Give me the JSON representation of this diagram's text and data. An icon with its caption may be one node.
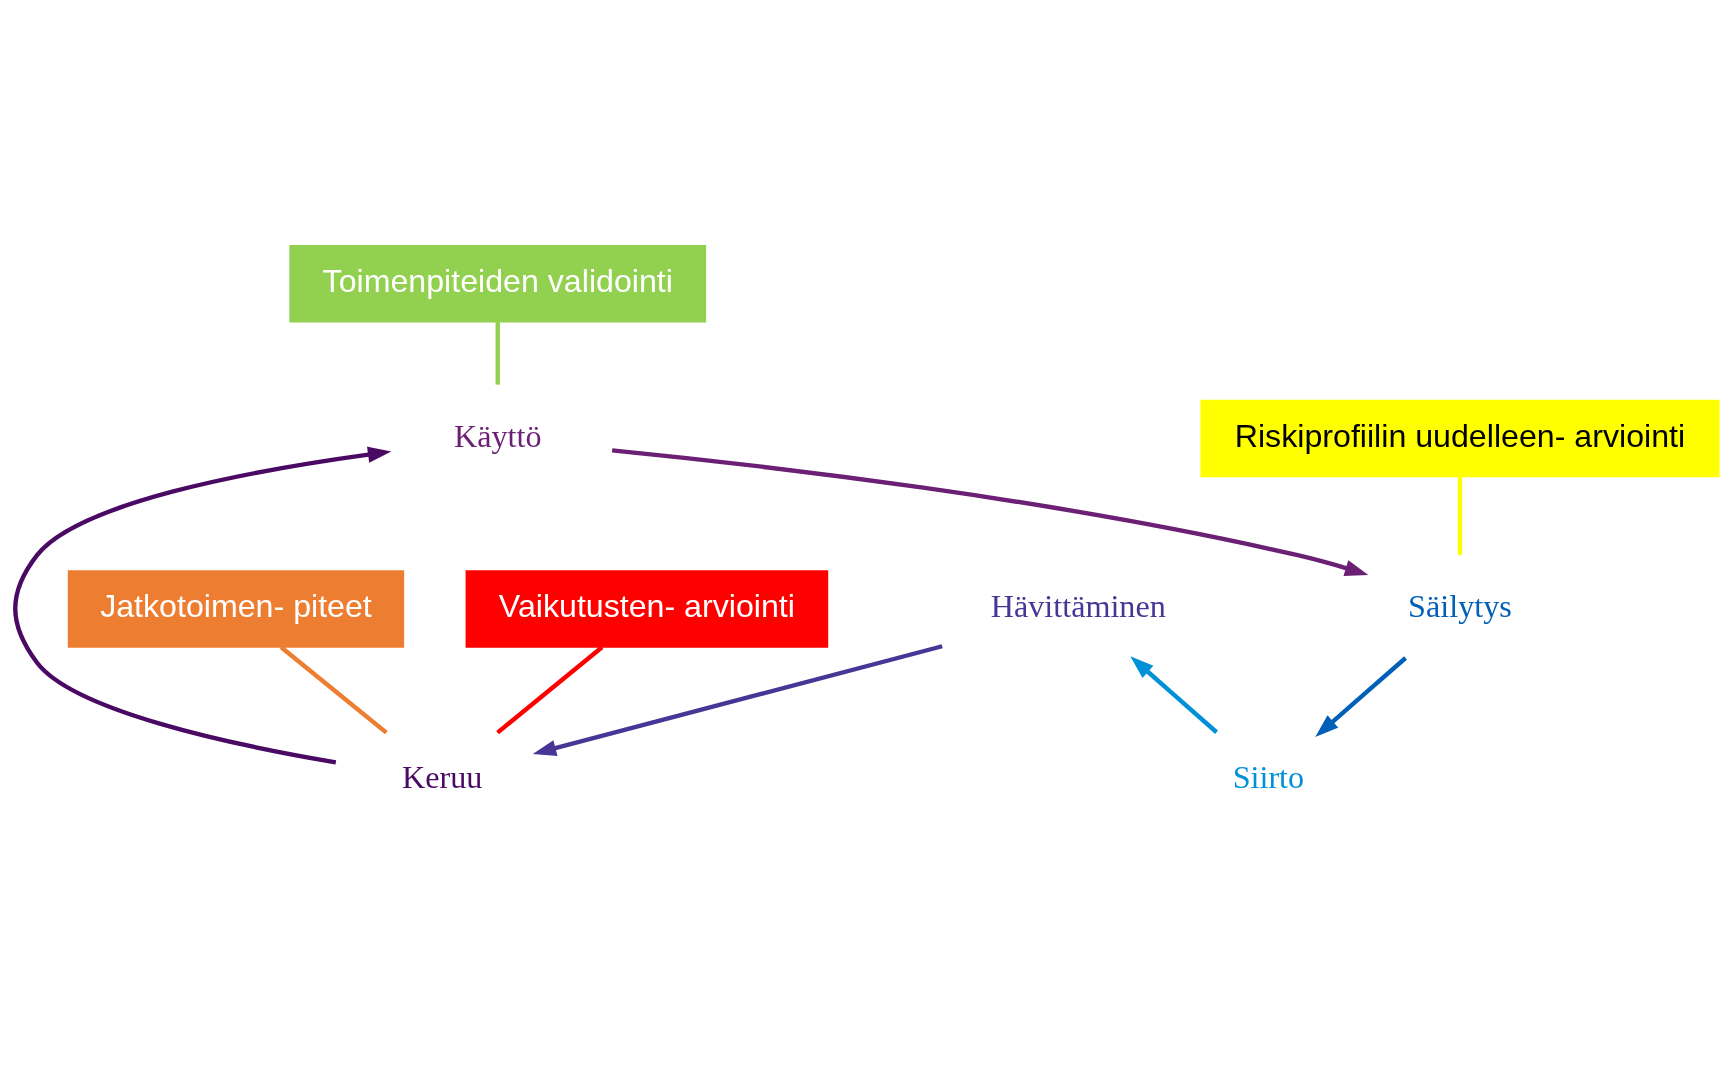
{
  "diagram": {
    "nodes": [
      {
        "text": [
          "Toimenpiteiden validointi"
        ]
      },
      {
        "text": [
          "Jatkotoimen- piteet"
        ]
      },
      {
        "text": [
          "Riskiprofiilin uudelleen- arviointi"
        ]
      },
      {
        "text": [
          "Vaikutusten- arviointi"
        ]
      },
      {
        "text": [
          "Keruu"
        ]
      },
      {
        "text": [
          "Käyttö"
        ]
      },
      {
        "text": [
          "Hävittäminen"
        ]
      },
      {
        "text": [
          "Säilytys"
        ]
      },
      {
        "text": [
          "Siirto"
        ]
      }
    ],
    "edges": [
      {
        "from": 4,
        "to": 5,
        "arrow": "to",
        "color": "#4a0a64"
      },
      {
        "from": 5,
        "to": 7,
        "arrow": "to",
        "color": "#6b1f75"
      },
      {
        "from": 7,
        "to": 8,
        "arrow": "to",
        "color": "#0060b8"
      },
      {
        "from": 8,
        "to": 6,
        "arrow": "to",
        "color": "#0090d8"
      },
      {
        "from": 6,
        "to": 4,
        "arrow": "to",
        "color": "#483696"
      },
      {
        "from": 0,
        "to": 5,
        "arrow": "none",
        "color": "#92d050"
      },
      {
        "from": 1,
        "to": 4,
        "arrow": "none",
        "color": "#ed7d31"
      },
      {
        "from": 2,
        "to": 7,
        "arrow": "none",
        "color": "#ffff00"
      },
      {
        "from": 3,
        "to": 4,
        "arrow": "none",
        "color": "#ff0000"
      }
    ]
  }
}
